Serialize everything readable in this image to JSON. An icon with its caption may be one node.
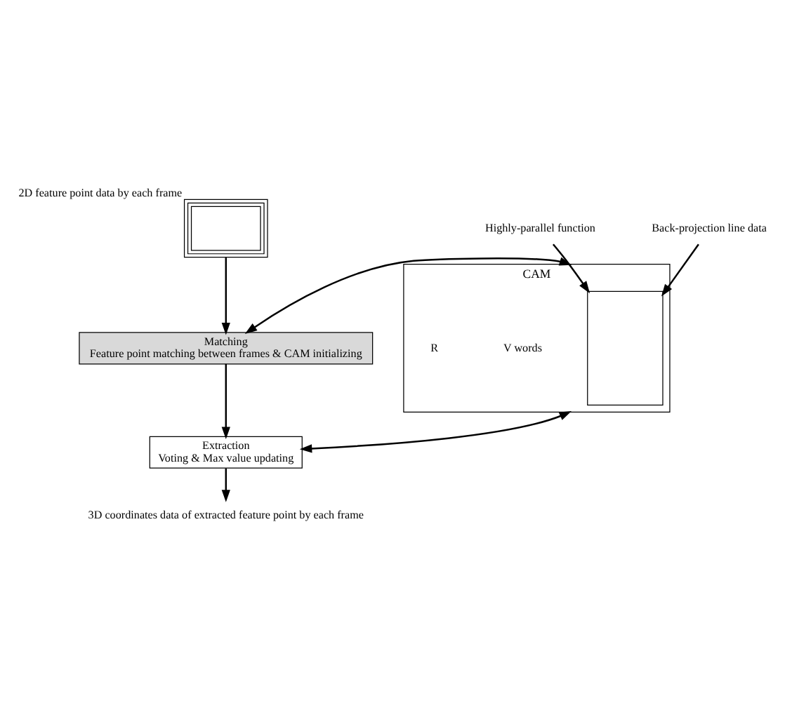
{
  "diagram": {
    "nodes": [
      {
        "text": [],
        "shape": "box",
        "beside": [
          "2D feature point data by each frame"
        ]
      },
      {
        "text": [
          "Matching",
          "Feature point matching between frames & CAM initializing"
        ]
      },
      {
        "text": [
          "Extraction",
          "Voting & Max value updating"
        ]
      },
      {
        "text": [
          "3D coordinates data of extracted feature point by each frame"
        ]
      },
      {
        "text": [
          "CAM"
        ]
      },
      {
        "text": [],
        "shape": "box",
        "in": 4
      },
      {
        "text": [
          "Highly-parallel function"
        ]
      },
      {
        "text": [
          "Back-projection line data"
        ]
      }
    ],
    "edges": [
      {
        "from": 0,
        "to": 1,
        "arrow": "to"
      },
      {
        "from": 1,
        "to": 2,
        "arrow": "to"
      },
      {
        "from": 2,
        "to": 3,
        "arrow": "to"
      },
      {
        "from": 1,
        "to": 4,
        "arrow": "both"
      },
      {
        "from": 2,
        "to": 4,
        "arrow": "both"
      },
      {
        "from": 6,
        "to": 5,
        "arrow": "to"
      },
      {
        "from": 7,
        "to": 5,
        "arrow": "to"
      }
    ],
    "labels": [
      "V words",
      "R"
    ]
  }
}
